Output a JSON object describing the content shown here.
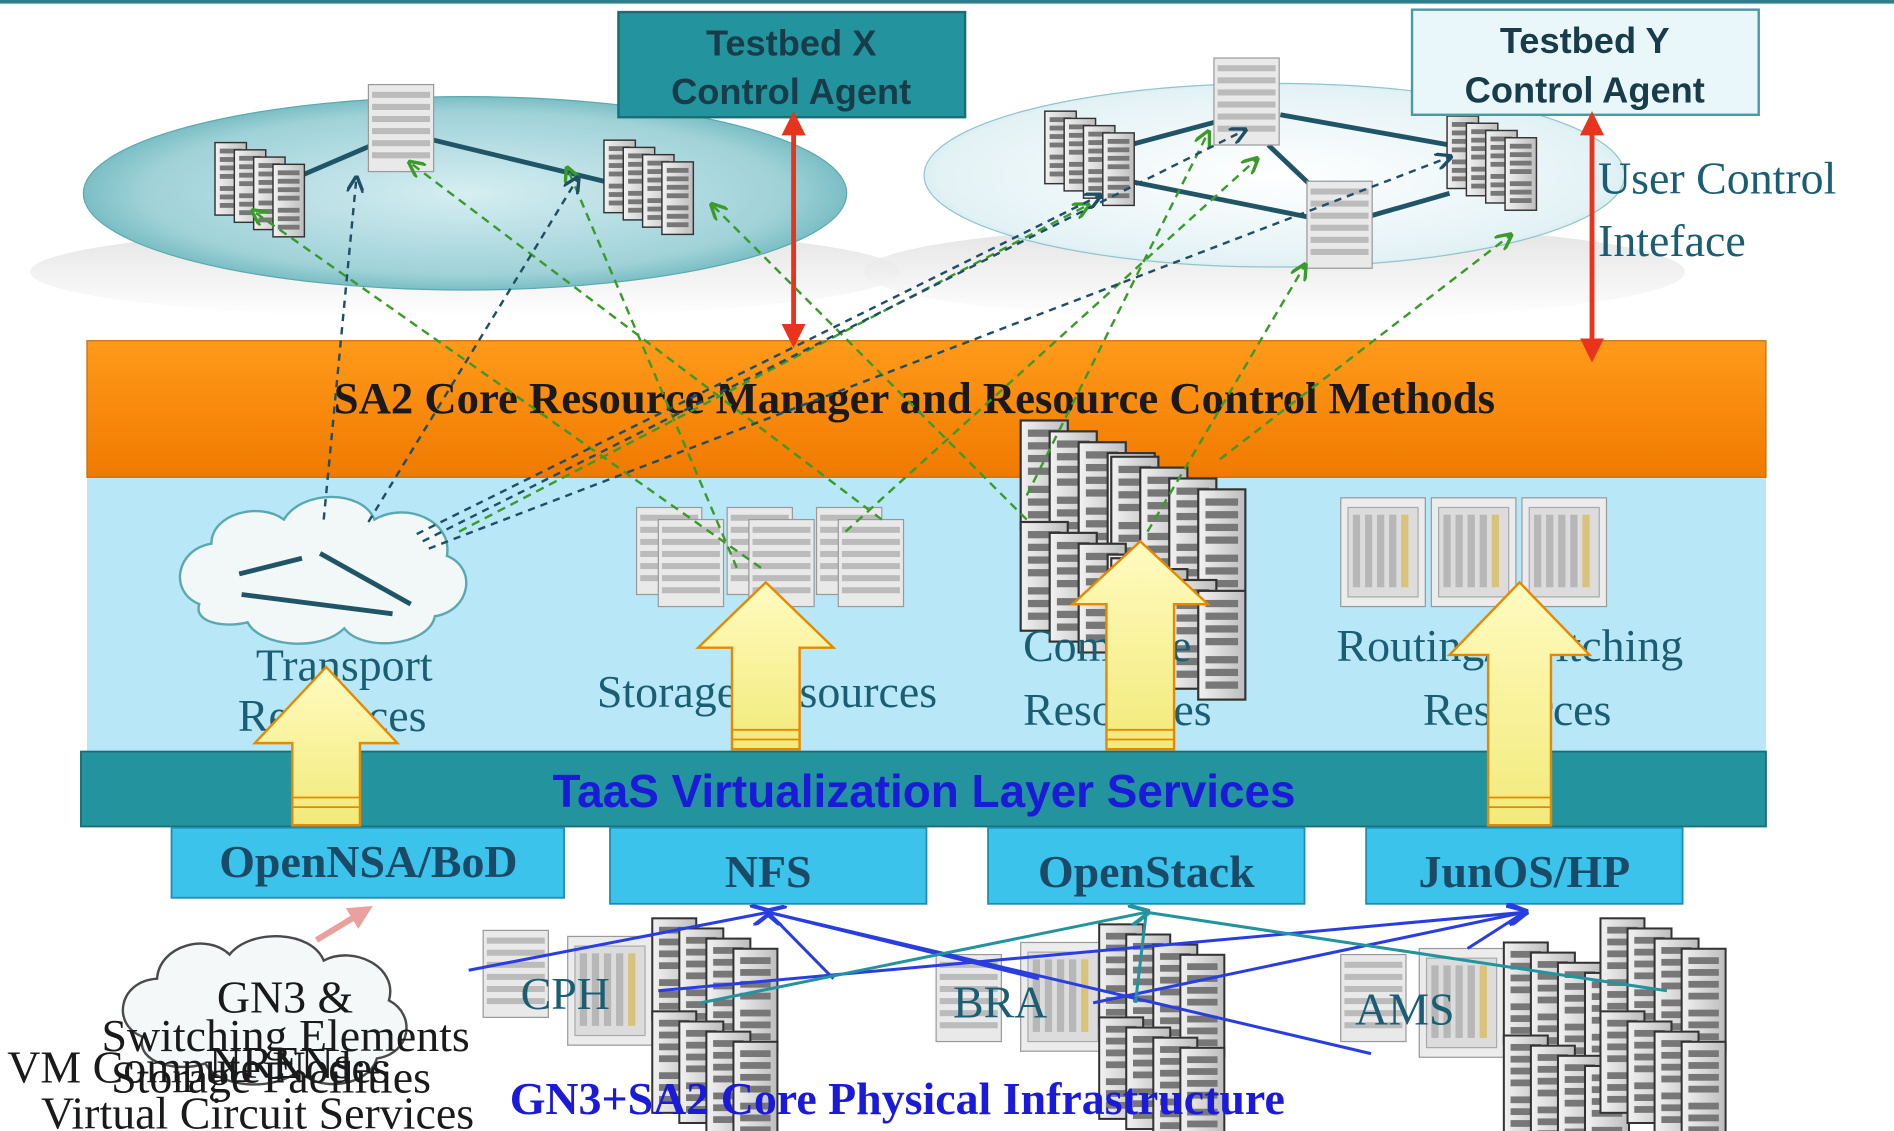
{
  "testbed_x": {
    "line1": "Testbed X",
    "line2": "Control Agent"
  },
  "testbed_y": {
    "line1": "Testbed Y",
    "line2": "Control Agent"
  },
  "user_control": {
    "line1": "User Control",
    "line2": "Inteface"
  },
  "core_manager": "SA2 Core Resource Manager and Resource Control Methods",
  "resources": {
    "transport": {
      "line1": "Transport",
      "line2": "Resources"
    },
    "storage": "Storage Resources",
    "compute": {
      "line1": "Compute",
      "line2": "Resources"
    },
    "routing": {
      "line1": "Routing/Switching",
      "line2": "Resources"
    }
  },
  "virtualization_layer": "TaaS Virtualization Layer Services",
  "services": [
    "OpenNSA/BoD",
    "NFS",
    "OpenStack",
    "JunOS/HP"
  ],
  "gn3_cloud": {
    "line1": "GN3 &",
    "line2": "NRENs"
  },
  "sites": [
    "CPH",
    "BRA",
    "AMS"
  ],
  "overlapping_labels": [
    "Switching Elements",
    "Storage Facilities",
    "VM Compute Nodes",
    "Virtual Circuit Services"
  ],
  "physical_infrastructure": "GN3+SA2 Core Physical Infrastructure",
  "colors": {
    "teal": "#23949d",
    "orange": "#ff8a00",
    "light_blue": "#b8e8f7",
    "service_blue": "#3cc3ec",
    "text_teal": "#1b5e74",
    "navy": "#1a1aa8",
    "red_arrow": "#e8341c",
    "green_dash": "#3a9a2a",
    "blue_link": "#2a3ee0"
  }
}
